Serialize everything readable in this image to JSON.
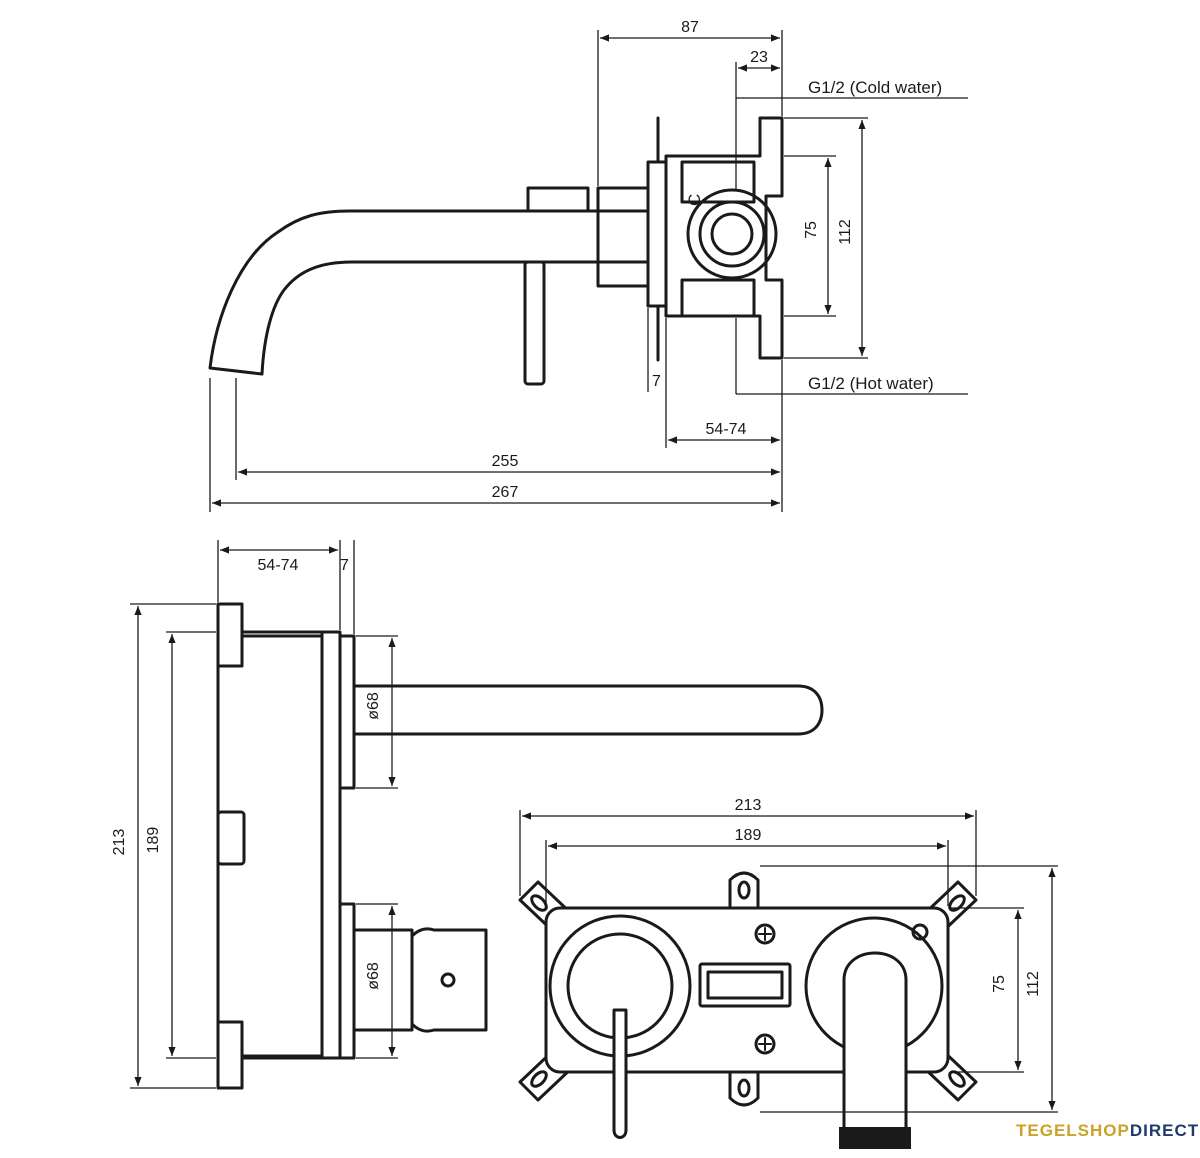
{
  "dimensions": {
    "side_top_width": "87",
    "side_offset": "23",
    "side_height_inner": "75",
    "side_height_outer": "112",
    "side_plate": "7",
    "side_depth": "54-74",
    "spout_reach": "255",
    "overall_length": "267",
    "top_depth": "54-74",
    "top_plate": "7",
    "top_height_outer": "213",
    "top_height_inner": "189",
    "top_rosette_upper": "ø68",
    "top_rosette_lower": "ø68",
    "front_width_outer": "213",
    "front_width_inner": "189",
    "front_height_inner": "75",
    "front_height_outer": "112"
  },
  "labels": {
    "cold": "G1/2 (Cold water)",
    "hot": "G1/2 (Hot water)",
    "body_mark": "C"
  },
  "brand": {
    "part1": "TEGELSHOP",
    "part2": "DIRECT"
  }
}
